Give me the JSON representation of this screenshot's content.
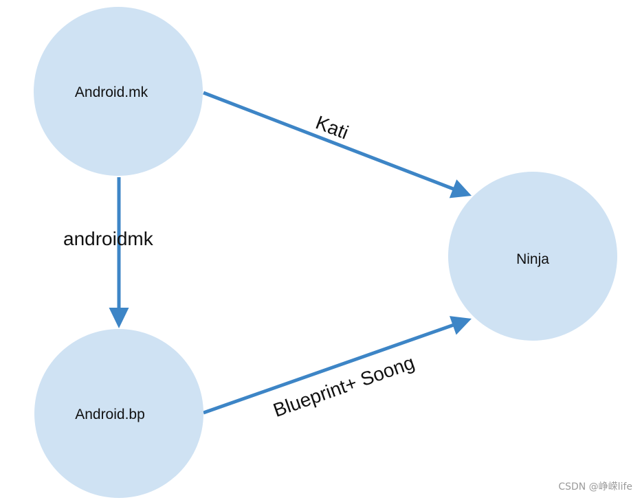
{
  "nodes": {
    "android_mk": {
      "label": "Android.mk"
    },
    "android_bp": {
      "label": "Android.bp"
    },
    "ninja": {
      "label": "Ninja"
    }
  },
  "edges": {
    "kati": {
      "label": "Kati"
    },
    "androidmk": {
      "label": "androidmk"
    },
    "blueprint_soong": {
      "label": "Blueprint+ Soong"
    }
  },
  "watermark": "CSDN @峥嵘life",
  "colors": {
    "node_fill": "#cfe2f3",
    "edge": "#3d85c6",
    "text": "#111111"
  }
}
